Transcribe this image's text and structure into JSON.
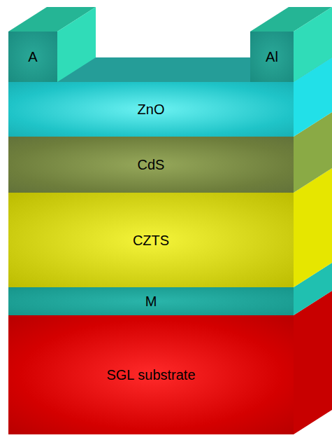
{
  "diagram": {
    "nodes": [
      {
        "text": [
          "A"
        ]
      },
      {
        "text": [
          "Al"
        ]
      },
      {
        "text": [
          "ZnO"
        ]
      },
      {
        "text": [
          "CdS"
        ]
      },
      {
        "text": [
          "CZTS"
        ]
      },
      {
        "text": [
          "M"
        ]
      },
      {
        "text": [
          "SGL substrate"
        ]
      }
    ]
  }
}
